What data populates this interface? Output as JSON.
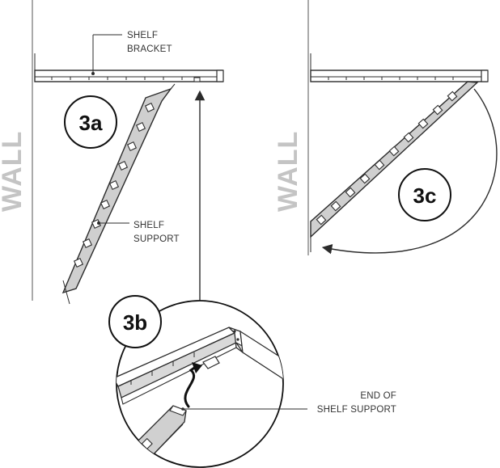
{
  "labels": {
    "shelf_bracket_line1": "SHELF",
    "shelf_bracket_line2": "BRACKET",
    "shelf_support_line1": "SHELF",
    "shelf_support_line2": "SUPPORT",
    "end_support_line1": "END OF",
    "end_support_line2": "SHELF SUPPORT",
    "wall_left": "WALL",
    "wall_right": "WALL"
  },
  "steps": {
    "step_a": "3a",
    "step_b": "3b",
    "step_c": "3c"
  },
  "colors": {
    "wall_text": "#c4c4c4",
    "support_fill": "#cfcfcf",
    "line": "#2b2b2b"
  }
}
